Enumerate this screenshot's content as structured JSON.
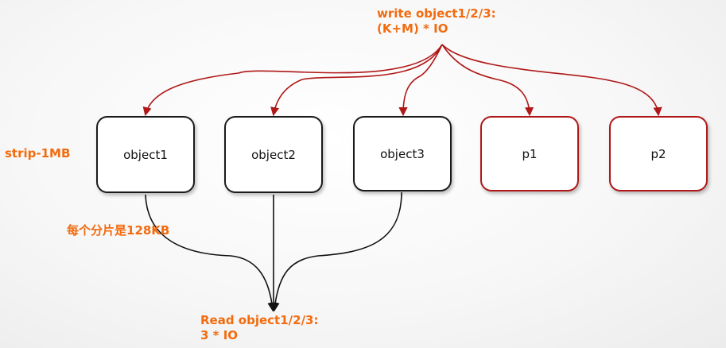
{
  "top_label": {
    "line1": "write object1/2/3:",
    "line2": "(K+M) * IO"
  },
  "bottom_label": {
    "line1": "Read object1/2/3:",
    "line2": "3 * IO"
  },
  "strip_label": "strip-1MB",
  "chunk_label": "每个分片是128KB",
  "nodes": {
    "object1": "object1",
    "object2": "object2",
    "object3": "object3",
    "p1": "p1",
    "p2": "p2"
  },
  "colors": {
    "write_arrows": "#b01818",
    "read_arrows": "#111111",
    "label_orange": "#f26b0f",
    "parity_border": "#b01818"
  }
}
